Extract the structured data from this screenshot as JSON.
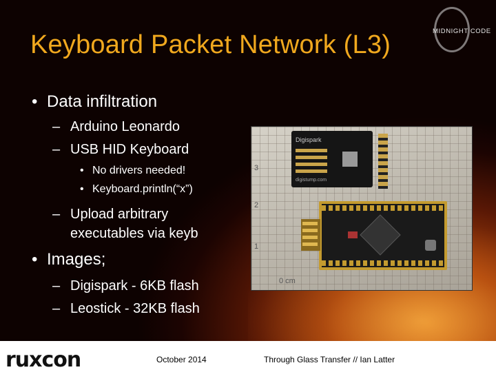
{
  "slide": {
    "title": "Keyboard Packet Network (L3)",
    "logo_text": "MIDNIGHT CODE",
    "bullets": [
      {
        "level": 1,
        "text": "Data infiltration"
      },
      {
        "level": 2,
        "text": "Arduino Leonardo"
      },
      {
        "level": 2,
        "text": "USB HID Keyboard"
      },
      {
        "level": 3,
        "text": "No drivers needed!"
      },
      {
        "level": 3,
        "text": "Keyboard.println(“x”)"
      },
      {
        "level": 2,
        "text": "Upload arbitrary"
      },
      {
        "level": 2,
        "text": "executables via keyb"
      },
      {
        "level": 1,
        "text": "Images;"
      },
      {
        "level": 2,
        "text": "Digispark - 6KB flash"
      },
      {
        "level": 2,
        "text": "Leostick - 32KB flash"
      }
    ],
    "bullet_marks": {
      "level1": "•",
      "level2": "–",
      "level3": "•"
    },
    "photo": {
      "board1_label": "Digispark",
      "board1_url": "digistump.com",
      "ruler_marks": [
        "3",
        "2",
        "1",
        "0 cm"
      ]
    }
  },
  "footer": {
    "logo": "ruxcon",
    "date": "October 2014",
    "credit": "Through Glass Transfer // Ian Latter"
  },
  "colors": {
    "title": "#f0a81e",
    "text": "#ffffff",
    "background_dark": "#1c0402",
    "background_glow": "#d9741a",
    "footer_bg": "#ffffff"
  }
}
